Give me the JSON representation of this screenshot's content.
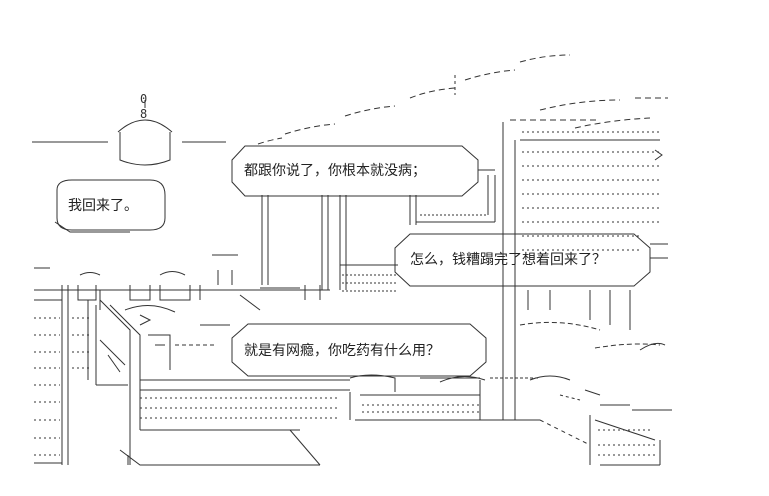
{
  "speech": {
    "returned": "我回来了。",
    "told_you": "都跟你说了，你根本就没病；",
    "what_now": "怎么，钱糟蹋完了想着回来了？",
    "addicted": "就是有网瘾，你吃药有什么用？"
  },
  "figure_marks": {
    "top": "0",
    "bottom": "8"
  }
}
